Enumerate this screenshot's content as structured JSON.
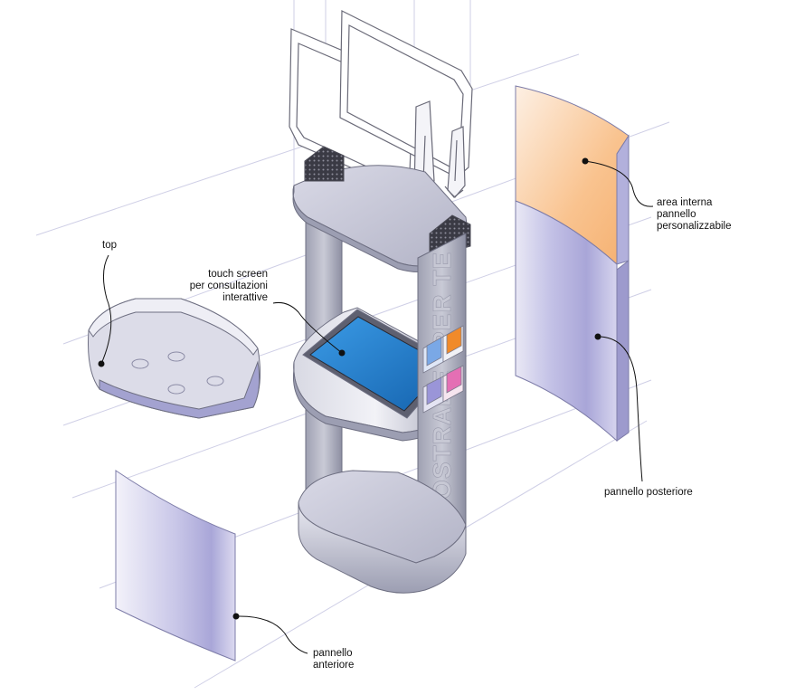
{
  "labels": {
    "top": "top",
    "touch_screen": [
      "touch screen",
      "per consultazioni",
      "interattive"
    ],
    "area_interna": [
      "area interna",
      "pannello",
      "personalizzabile"
    ],
    "pannello_posteriore": "pannello posteriore",
    "pannello_anteriore": [
      "pannello",
      "anteriore"
    ]
  },
  "column_text": {
    "main": "AUTOSTRADE",
    "secondary": "PER TE"
  },
  "colors": {
    "metal_light": "#e4e4ec",
    "metal_mid": "#b8b9c8",
    "metal_dark": "#8f91a6",
    "panel_violet": "#b4b2dc",
    "panel_orange": "#f9c089",
    "screen_blue": "#1e79c9",
    "guide_lines": "#c9c9e3",
    "leader_line": "#111111",
    "brochure_orange": "#f08a2a",
    "brochure_pink": "#e46fb4",
    "brochure_blue": "#7aa8e6"
  }
}
